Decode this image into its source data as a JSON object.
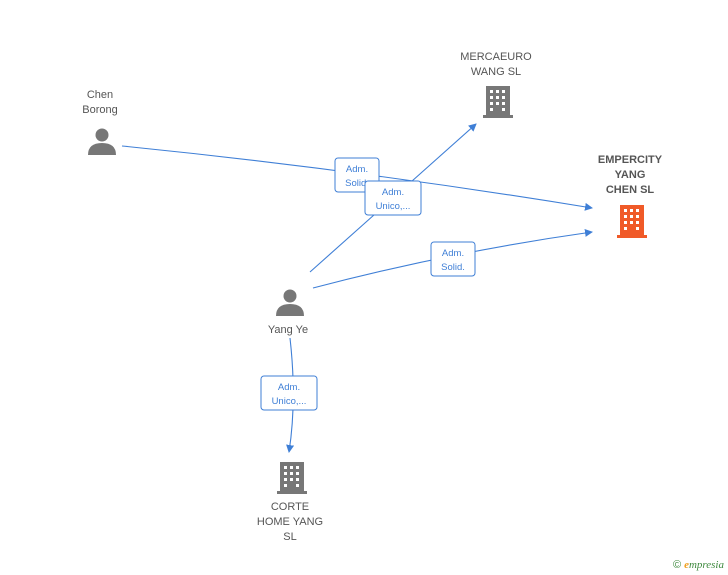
{
  "nodes": {
    "chen_borong": {
      "type": "person",
      "lines": [
        "Chen",
        "Borong"
      ],
      "color": "#777777"
    },
    "mercaeuro": {
      "type": "company",
      "lines": [
        "MERCAEURO",
        "WANG SL"
      ],
      "color": "#777777"
    },
    "empercity": {
      "type": "company",
      "lines": [
        "EMPERCITY",
        "YANG",
        "CHEN  SL"
      ],
      "color": "#f05a28",
      "highlight": true
    },
    "yang_ye": {
      "type": "person",
      "lines": [
        "Yang Ye"
      ],
      "color": "#777777"
    },
    "corte": {
      "type": "company",
      "lines": [
        "CORTE",
        "HOME YANG",
        "SL"
      ],
      "color": "#777777"
    }
  },
  "edges": [
    {
      "from": "chen_borong",
      "to": "empercity",
      "label": [
        "Adm.",
        "Solid."
      ]
    },
    {
      "from": "yang_ye",
      "to": "mercaeuro",
      "label": [
        "Adm.",
        "Unico,..."
      ]
    },
    {
      "from": "yang_ye",
      "to": "empercity",
      "label": [
        "Adm.",
        "Solid."
      ]
    },
    {
      "from": "yang_ye",
      "to": "corte",
      "label": [
        "Adm.",
        "Unico,..."
      ]
    }
  ],
  "colors": {
    "edge": "#3f7fd6",
    "node": "#777777",
    "highlight": "#f05a28"
  },
  "footer": {
    "copyright": "©",
    "brand_initial": "e",
    "brand_rest": "mpresia"
  }
}
